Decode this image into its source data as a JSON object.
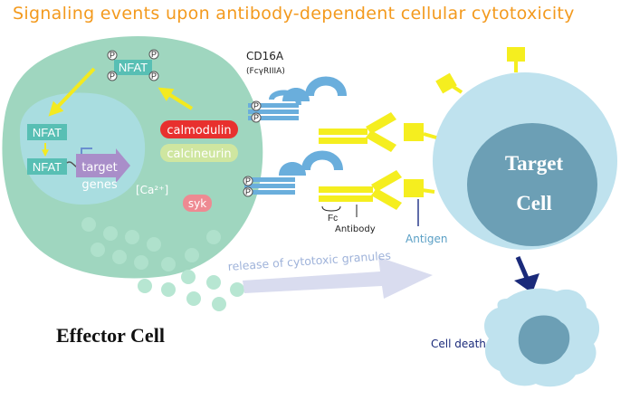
{
  "title": "Signaling events upon antibody-dependent cellular cytotoxicity",
  "labels": {
    "receptor": "CD16A",
    "receptor_sub": "(FcγRIIIA)",
    "phospho": "P",
    "nfat": "NFAT",
    "calmodulin": "calmodulin",
    "calcineurin": "calcineurin",
    "calcium": "[Ca²⁺]",
    "syk": "syk",
    "target_genes_1": "target",
    "target_genes_2": "genes",
    "fc": "Fc",
    "antibody": "Antibody",
    "antigen": "Antigen",
    "granules": "release of cytotoxic granules",
    "effector": "Effector Cell",
    "target_cell_1": "Target",
    "target_cell_2": "Cell",
    "cell_death": "Cell death"
  },
  "colors": {
    "title": "#f39a1e",
    "effector_cell": "#9fd6bf",
    "nucleus": "#a9dde0",
    "nfat_box": "#58bfb4",
    "calmodulin": "#e8302e",
    "calcineurin": "#cfe6a0",
    "syk": "#ee8a92",
    "receptor": "#6aaedc",
    "antibody": "#f5ee1f",
    "target_cell": "#bfe2ee",
    "target_nucleus": "#6c9fb5",
    "arrow_granules": "#d9dcef",
    "death_arrow": "#1a2a7a"
  }
}
